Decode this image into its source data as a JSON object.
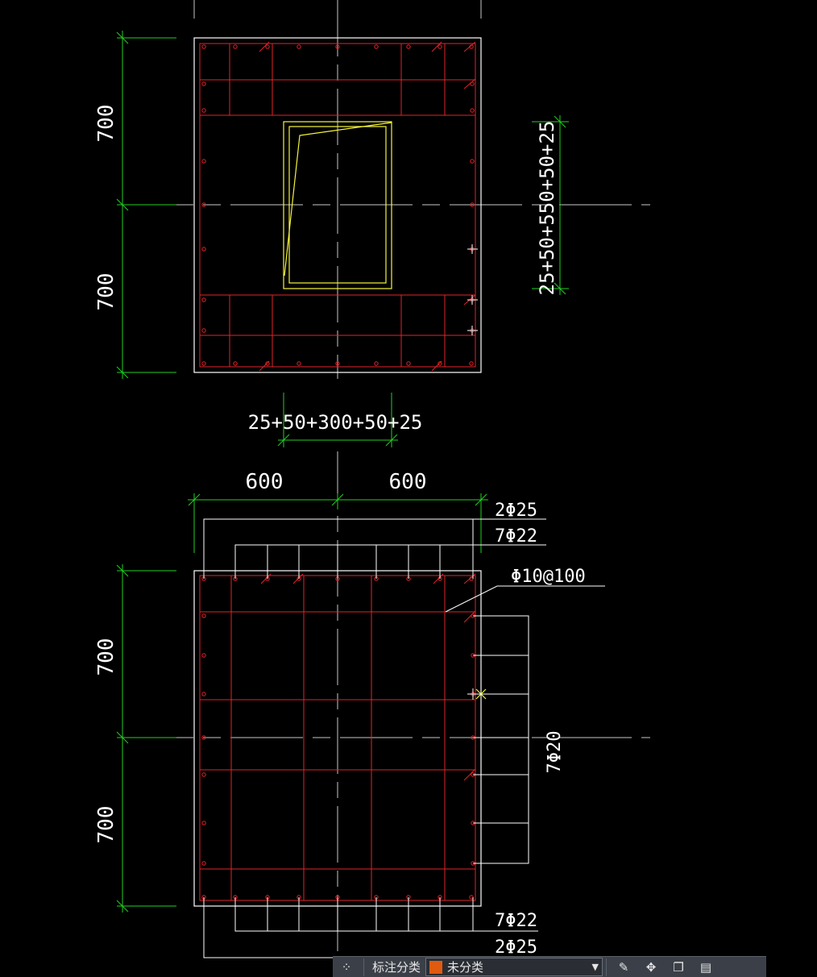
{
  "drawing": {
    "top_section": {
      "dim_upper": "700",
      "dim_lower": "700",
      "right_dim": "25+50+550+50+25",
      "bottom_dim": "25+50+300+50+25"
    },
    "bottom_section": {
      "dim_left": "600",
      "dim_right": "600",
      "dim_upper": "700",
      "dim_lower": "700",
      "label_top_outer": "2Φ25",
      "label_top_inner": "7Φ22",
      "label_stirrup": "Φ10@100",
      "label_side": "7Φ20",
      "label_bottom_inner": "7Φ22",
      "label_bottom_outer": "2Φ25"
    },
    "colors": {
      "rebar": "#e0242a",
      "outline": "#ffffff",
      "dimension": "#22d022",
      "opening": "#f5f53a",
      "centerline": "#c8c8c8"
    }
  },
  "toolbar": {
    "group_icon": "group-icon",
    "label": "标注分类",
    "select_value": "未分类",
    "select_swatch": "#e05a10",
    "tools": [
      "edit-icon",
      "move-icon",
      "copy-icon",
      "paste-icon"
    ]
  }
}
